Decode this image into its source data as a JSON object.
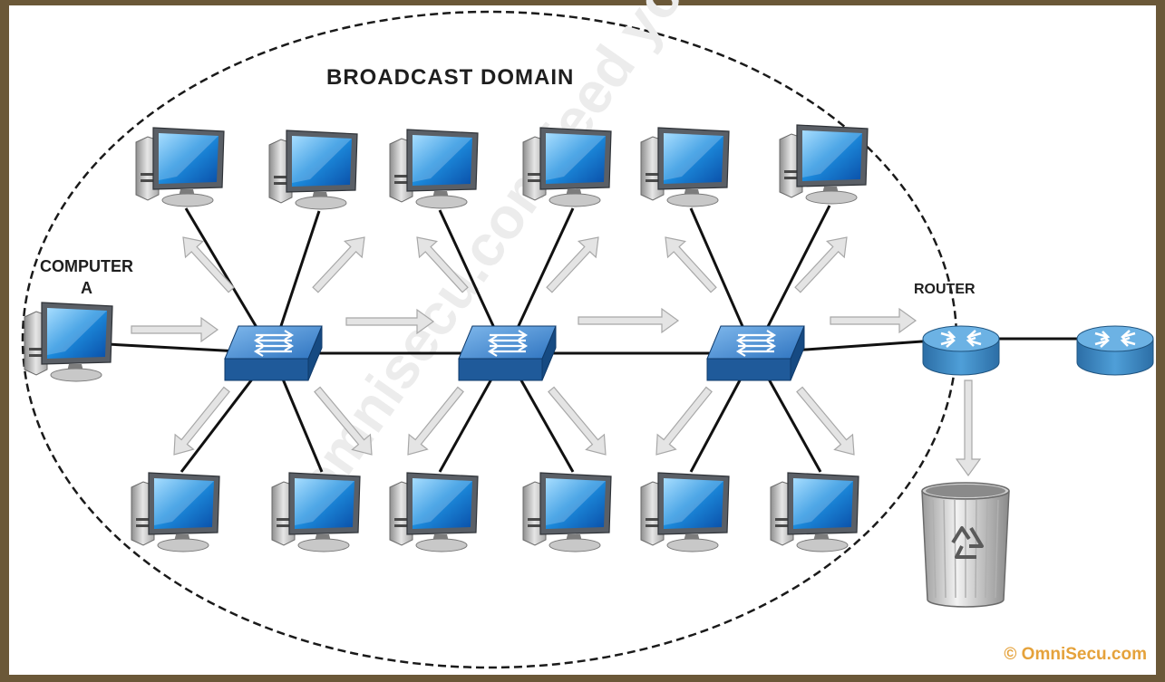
{
  "diagram": {
    "title": "BROADCAST DOMAIN",
    "computer_a": {
      "line1": "COMPUTER",
      "line2": "A"
    },
    "router_label": "ROUTER",
    "copyright": "© OmniSecu.com",
    "watermark": "omnisecu.com feed your brain"
  },
  "colors": {
    "screen": "#1e8fe0",
    "switch": "#2f74c0",
    "router": "#3a8cc8",
    "arrow": "#dcdcdc",
    "link": "#111111",
    "copyright": "#e5a23b"
  }
}
